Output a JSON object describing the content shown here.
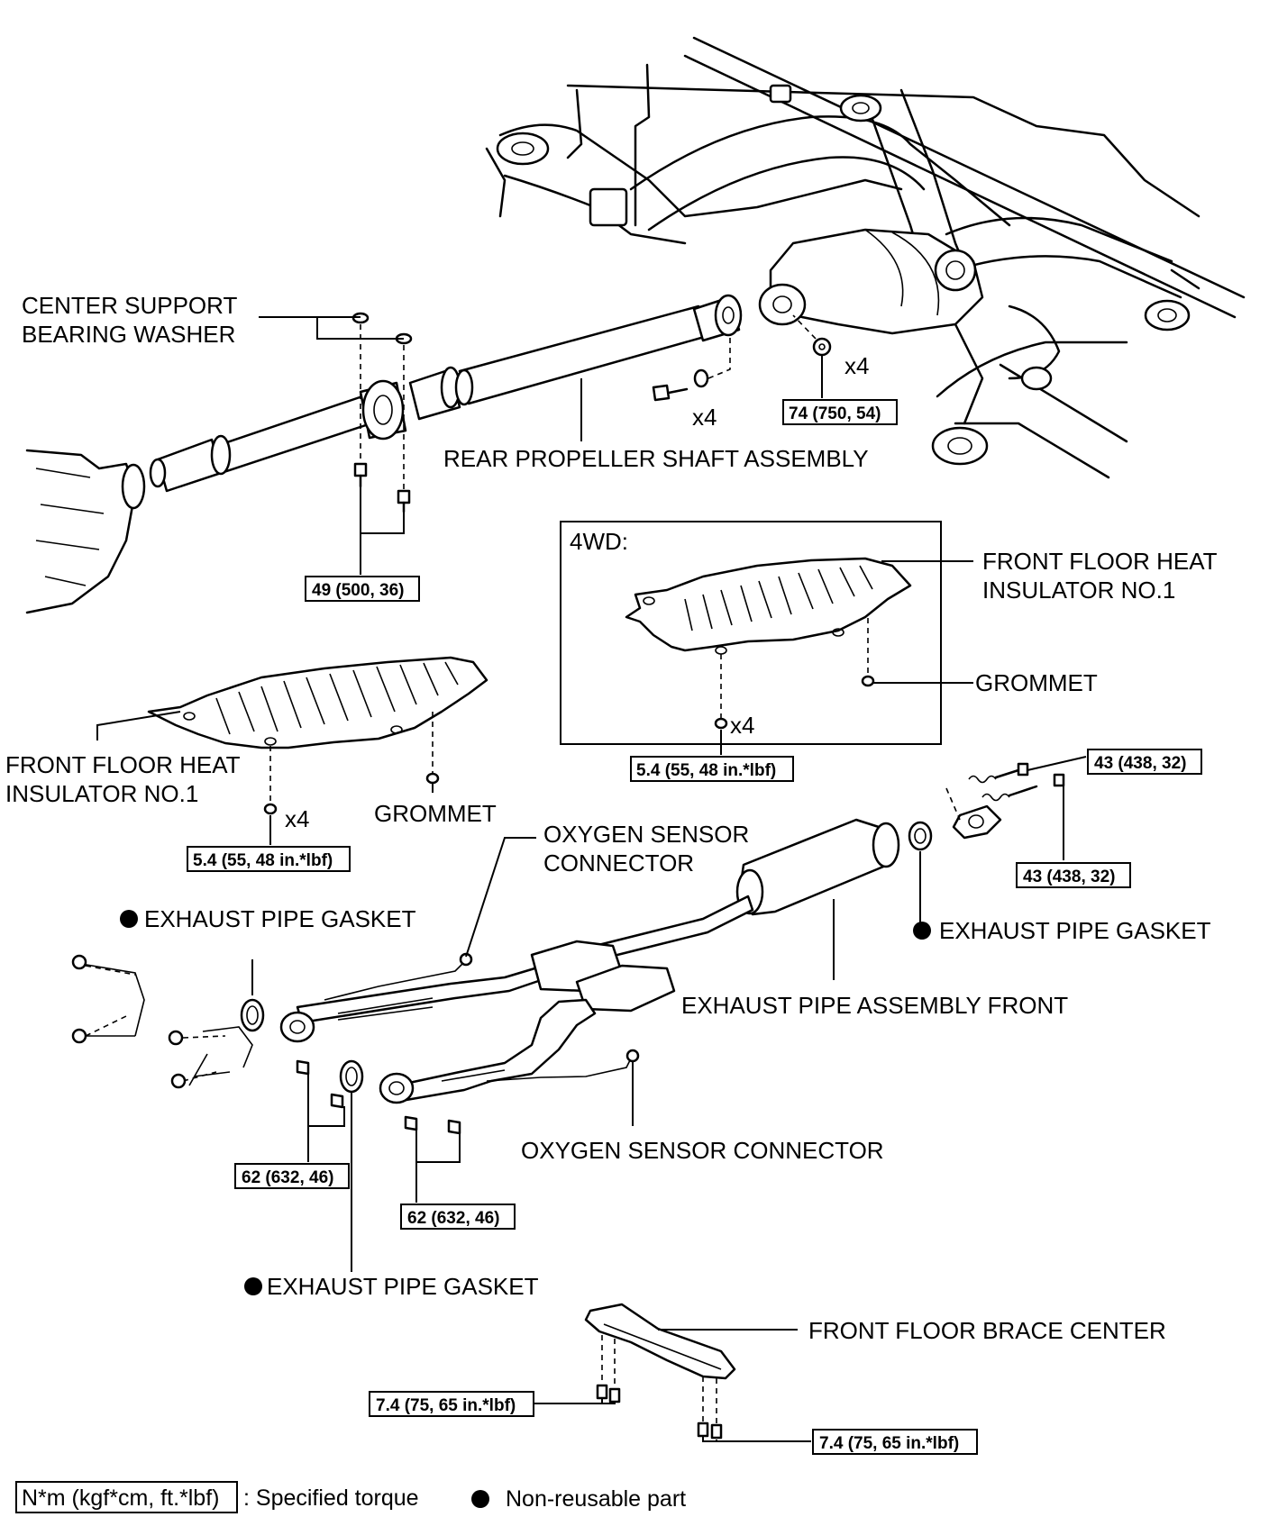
{
  "labels": {
    "center_support_line1": "CENTER SUPPORT",
    "center_support_line2": "BEARING WASHER",
    "rear_propeller": "REAR PROPELLER SHAFT ASSEMBLY",
    "fwd": "4WD:",
    "ffhi_right_line1": "FRONT FLOOR HEAT",
    "ffhi_right_line2": "INSULATOR NO.1",
    "grommet_right": "GROMMET",
    "ffhi_left_line1": "FRONT FLOOR HEAT",
    "ffhi_left_line2": "INSULATOR NO.1",
    "grommet_left": "GROMMET",
    "o2_top_line1": "OXYGEN SENSOR",
    "o2_top_line2": "CONNECTOR",
    "gasket_left": "EXHAUST PIPE GASKET",
    "gasket_right": "EXHAUST PIPE GASKET",
    "exhaust_front": "EXHAUST PIPE ASSEMBLY FRONT",
    "o2_bottom": "OXYGEN SENSOR CONNECTOR",
    "gasket_bottom": "EXHAUST PIPE GASKET",
    "brace_center": "FRONT FLOOR BRACE CENTER",
    "qty_propeller": "x4",
    "qty_diff": "x4",
    "qty_4wd": "x4",
    "qty_left": "x4"
  },
  "torques": {
    "t74": "74 (750, 54)",
    "t49": "49 (500, 36)",
    "t54_4wd": "5.4 (55, 48 in.*lbf)",
    "t54_left": "5.4 (55, 48 in.*lbf)",
    "t43_top": "43 (438, 32)",
    "t43_bottom": "43 (438, 32)",
    "t62_left": "62 (632, 46)",
    "t62_right": "62 (632, 46)",
    "t74_brace_left": "7.4 (75, 65 in.*lbf)",
    "t74_brace_right": "7.4 (75, 65 in.*lbf)"
  },
  "legend": {
    "torque_box": "N*m (kgf*cm, ft.*lbf)",
    "torque_text": ": Specified torque",
    "nonreusable_text": "Non-reusable part"
  }
}
